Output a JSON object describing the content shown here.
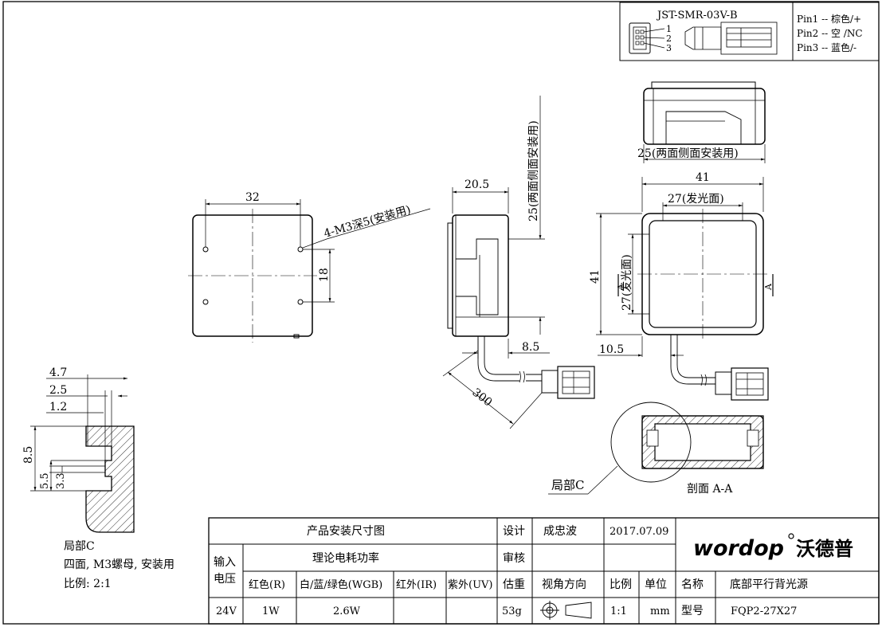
{
  "connector": {
    "model": "JST-SMR-03V-B",
    "pin_numbers": [
      "1",
      "2",
      "3"
    ],
    "pins": [
      "Pin1 -- 棕色/+",
      "Pin2 -- 空 /NC",
      "Pin3 -- 蓝色/-"
    ]
  },
  "front_view": {
    "dim_width": "32",
    "dim_hole_spacing": "18",
    "hole_note": "4-M3深5(安装用)"
  },
  "side_view": {
    "dim_depth": "20.5",
    "dim_mount": "25(两面侧面安装用)",
    "dim_cable_offset": "8.5",
    "dim_cable_length": "300"
  },
  "top_view": {
    "dim_mount": "25(两面侧面安装用)"
  },
  "emit_view": {
    "dim_outer_w": "41",
    "dim_emit_w": "27(发光面)",
    "dim_outer_h": "41",
    "dim_emit_h": "27(发光面)",
    "dim_cable_offset": "10.5",
    "section_mark": "A"
  },
  "section": {
    "label": "剖面 A-A",
    "detail_callout": "局部C"
  },
  "detail_c": {
    "dims": [
      "4.7",
      "2.5",
      "1.2",
      "8.5",
      "5.5",
      "3.3"
    ],
    "title": "局部C",
    "note": "四面, M3螺母, 安装用",
    "scale": "比例:  2:1"
  },
  "title_block": {
    "drawing_title": "产品安装尺寸图",
    "design_label": "设计",
    "designer": "成忠波",
    "date": "2017.07.09",
    "review_label": "审核",
    "voltage_label_1": "输入",
    "voltage_label_2": "电压",
    "power_label": "理论电耗功率",
    "col_red": "红色(R)",
    "col_rgb": "白/蓝/绿色(WGB)",
    "col_ir": "红外(IR)",
    "col_uv": "紫外(UV)",
    "weight_label": "估重",
    "view_label": "视角方向",
    "scale_label": "比例",
    "unit_label": "单位",
    "name_label": "名称",
    "name_value": "底部平行背光源",
    "voltage": "24V",
    "power_red": "1W",
    "power_rgb": "2.6W",
    "weight": "53g",
    "scale": "1:1",
    "unit": "mm",
    "model_label": "型号",
    "model_value": "FQP2-27X27",
    "logo_text": "wordop",
    "logo_cn": "沃德普"
  }
}
